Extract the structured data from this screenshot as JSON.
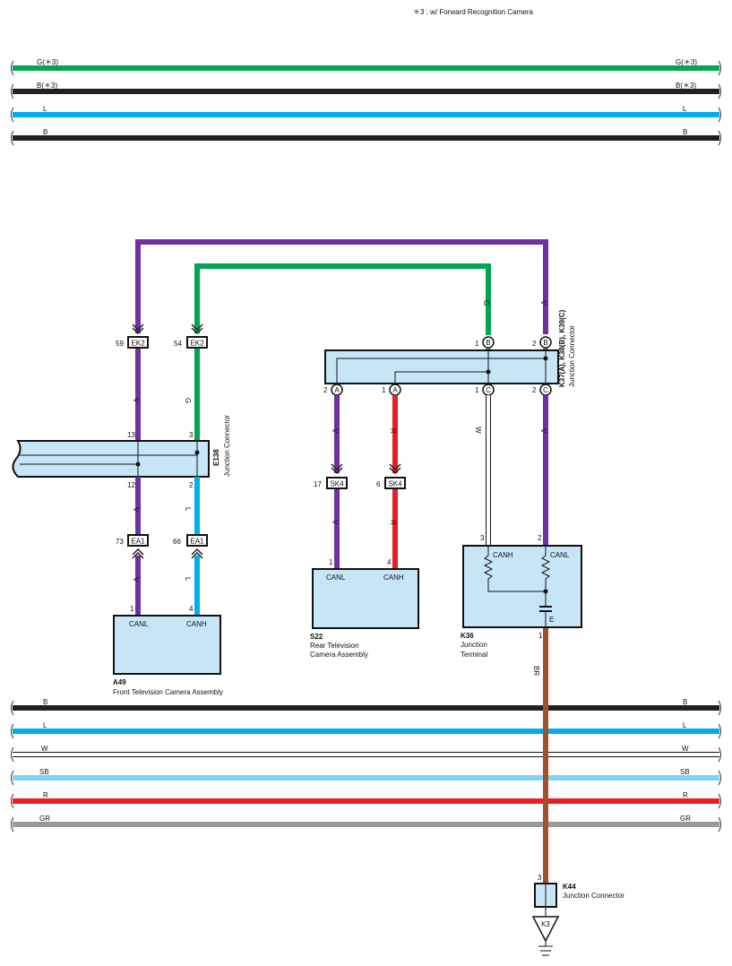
{
  "note": "＊3 : w/ Forward Recognition Camera",
  "colors": {
    "green": "#00a651",
    "black": "#231f20",
    "blue": "#00aeef",
    "purple": "#7030a0",
    "red": "#ed1c24",
    "brown": "#a0522d",
    "lightblue": "#7fd3f7",
    "gray": "#999999",
    "box": "#c6e6f6",
    "white": "#ffffff"
  },
  "top_bus": [
    {
      "label_left": "G(＊3)",
      "label_right": "G(＊3)",
      "color": "green"
    },
    {
      "label_left": "B(＊3)",
      "label_right": "B(＊3)",
      "color": "black"
    },
    {
      "label_left": "L",
      "label_right": "L",
      "color": "blue"
    },
    {
      "label_left": "B",
      "label_right": "B",
      "color": "black"
    }
  ],
  "bottom_bus": [
    {
      "label_left": "B",
      "label_right": "B",
      "color": "black"
    },
    {
      "label_left": "L",
      "label_right": "L",
      "color": "blue"
    },
    {
      "label_left": "W",
      "label_right": "W",
      "color": "white"
    },
    {
      "label_left": "SB",
      "label_right": "SB",
      "color": "lightblue"
    },
    {
      "label_left": "R",
      "label_right": "R",
      "color": "red"
    },
    {
      "label_left": "GR",
      "label_right": "GR",
      "color": "gray"
    }
  ],
  "connectors": {
    "ek2_v": {
      "pin": "59",
      "name": "EK2"
    },
    "ek2_g": {
      "pin": "54",
      "name": "EK2"
    },
    "ea1_v": {
      "pin": "73",
      "name": "EA1"
    },
    "ea1_l": {
      "pin": "66",
      "name": "EA1"
    },
    "sk4_v": {
      "pin": "17",
      "name": "SK4"
    },
    "sk4_r": {
      "pin": "6",
      "name": "SK4"
    },
    "k3": {
      "name": "K3"
    }
  },
  "e138": {
    "code": "E138",
    "desc": "Junction Connector",
    "pins": [
      "13",
      "3",
      "12",
      "2"
    ]
  },
  "k37": {
    "code": "K37(A), K38(B), K39(C)",
    "desc": "Junction Connector",
    "top_pins": [
      {
        "num": "1",
        "letter": "B"
      },
      {
        "num": "2",
        "letter": "B"
      }
    ],
    "bottom_pins": [
      {
        "num": "2",
        "letter": "A"
      },
      {
        "num": "1",
        "letter": "A"
      },
      {
        "num": "1",
        "letter": "C"
      },
      {
        "num": "2",
        "letter": "C"
      }
    ]
  },
  "a49": {
    "code": "A49",
    "desc": "Front Television Camera Assembly",
    "labels": [
      "CANL",
      "CANH"
    ],
    "pins": [
      "1",
      "4"
    ]
  },
  "s22": {
    "code": "S22",
    "desc1": "Rear Television",
    "desc2": "Camera Assembly",
    "labels": [
      "CANL",
      "CANH"
    ],
    "pins": [
      "1",
      "4"
    ]
  },
  "k36": {
    "code": "K36",
    "desc1": "Junction",
    "desc2": "Terminal",
    "labels": [
      "CANH",
      "CANL",
      "E"
    ],
    "pins": [
      "3",
      "2",
      "1"
    ]
  },
  "k44": {
    "code": "K44",
    "desc": "Junction Connector",
    "pin": "3"
  },
  "wire_labels": {
    "v": "V",
    "g": "G",
    "l": "L",
    "r": "R",
    "w": "W",
    "br": "BR"
  }
}
